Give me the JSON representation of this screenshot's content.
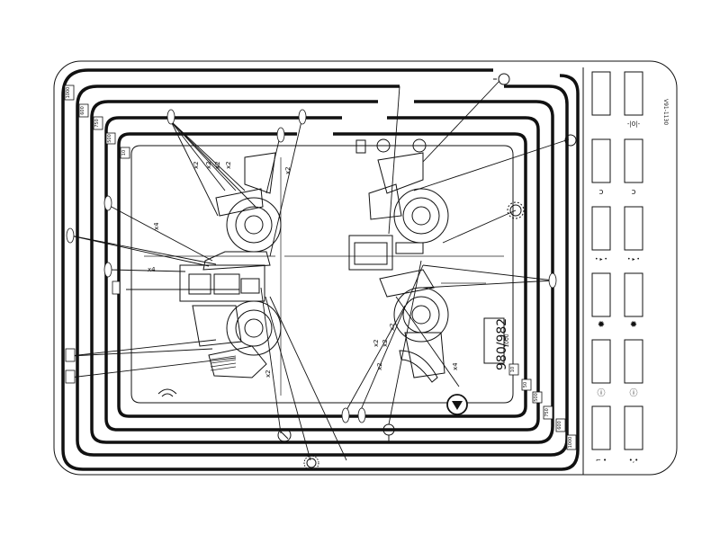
{
  "diagram": {
    "model_label": "980/982",
    "decal_code": "1000",
    "part_number": "V91-1130",
    "track_tags": [
      "1000",
      "600",
      "750",
      "500",
      "10"
    ],
    "track_tags_right": [
      "10",
      "50",
      "500",
      "750",
      "600",
      "1000"
    ],
    "quantity_callouts": [
      "x2",
      "x2",
      "x2",
      "x2",
      "x2",
      "x4",
      "x4",
      "x2",
      "x2",
      "x2",
      "x2",
      "x2",
      "x4"
    ],
    "icons": {
      "left_lamp": "lamp-icon",
      "dial": "dial-icon",
      "gear": "gear-icon",
      "hazard": "hazard-icon",
      "horn": "horn-icon",
      "fire_extinguisher": "extinguisher-icon"
    }
  },
  "side_panel": {
    "rows": 6,
    "row_symbols": [
      [
        "",
        "-|0|-"
      ],
      [
        "ↄ",
        "ↄ"
      ],
      [
        "• ▸ •",
        "• ▸ •"
      ],
      [
        "✹",
        "✹"
      ],
      [
        "ⓘ",
        "ⓘ"
      ],
      [
        "⌐ •",
        "•,•"
      ]
    ]
  }
}
